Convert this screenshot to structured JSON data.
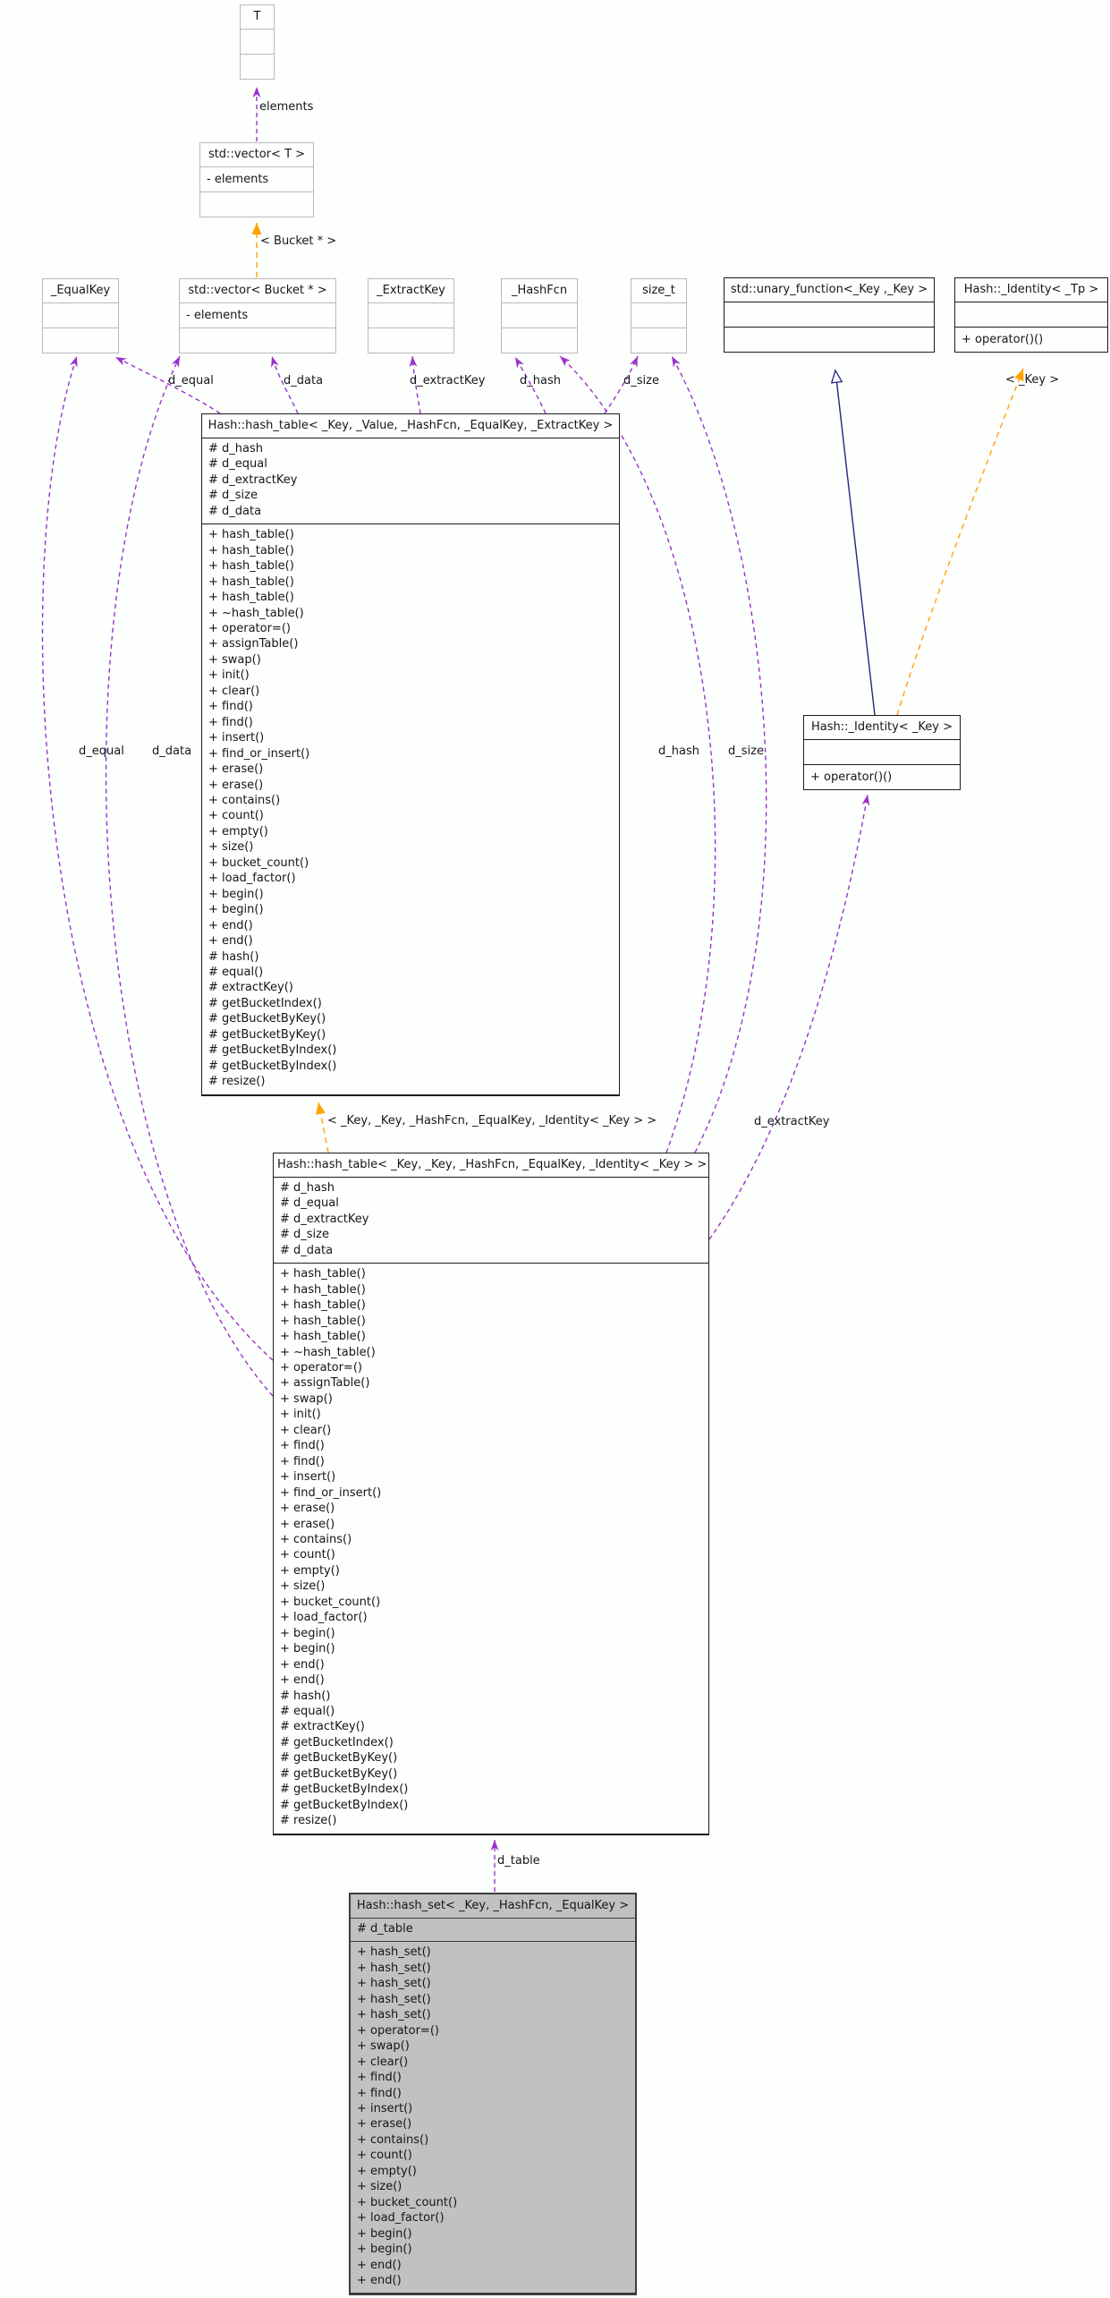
{
  "colors": {
    "member_edge": "#9a32cd",
    "template_edge": "#ffa200",
    "inheritance_edge": "#252585",
    "current_class_fill": "#c1c1c1",
    "box_border_gray": "#b9b9b9",
    "box_border_black": "#1c1c1c"
  },
  "classes": {
    "t": {
      "title": "T"
    },
    "vector_t": {
      "title": "std::vector< T >",
      "attributes": [
        "- elements"
      ]
    },
    "equal_key": {
      "title": "_EqualKey"
    },
    "vector_bucket": {
      "title": "std::vector< Bucket * >",
      "attributes": [
        "- elements"
      ]
    },
    "extract_key": {
      "title": "_ExtractKey"
    },
    "hash_fcn": {
      "title": "_HashFcn"
    },
    "size_t": {
      "title": "size_t"
    },
    "unary_function": {
      "title": "std::unary_function<_Key ,_Key >"
    },
    "identity_tp": {
      "title": "Hash::_Identity< _Tp >",
      "methods": [
        "+ operator()()"
      ]
    },
    "identity_key": {
      "title": "Hash::_Identity< _Key >",
      "methods": [
        "+ operator()()"
      ]
    },
    "hash_table1": {
      "title": "Hash::hash_table< _Key, _Value, _HashFcn, _EqualKey, _ExtractKey >",
      "attributes": [
        "# d_hash",
        "# d_equal",
        "# d_extractKey",
        "# d_size",
        "# d_data"
      ],
      "methods": [
        "+ hash_table()",
        "+ hash_table()",
        "+ hash_table()",
        "+ hash_table()",
        "+ hash_table()",
        "+ ~hash_table()",
        "+ operator=()",
        "+ assignTable()",
        "+ swap()",
        "+ init()",
        "+ clear()",
        "+ find()",
        "+ find()",
        "+ insert()",
        "+ find_or_insert()",
        "+ erase()",
        "+ erase()",
        "+ contains()",
        "+ count()",
        "+ empty()",
        "+ size()",
        "+ bucket_count()",
        "+ load_factor()",
        "+ begin()",
        "+ begin()",
        "+ end()",
        "+ end()",
        "# hash()",
        "# equal()",
        "# extractKey()",
        "# getBucketIndex()",
        "# getBucketByKey()",
        "# getBucketByKey()",
        "# getBucketByIndex()",
        "# getBucketByIndex()",
        "# resize()"
      ]
    },
    "hash_table2": {
      "title": "Hash::hash_table< _Key, _Key, _HashFcn, _EqualKey, _Identity< _Key > >",
      "attributes": [
        "# d_hash",
        "# d_equal",
        "# d_extractKey",
        "# d_size",
        "# d_data"
      ],
      "methods": [
        "+ hash_table()",
        "+ hash_table()",
        "+ hash_table()",
        "+ hash_table()",
        "+ hash_table()",
        "+ ~hash_table()",
        "+ operator=()",
        "+ assignTable()",
        "+ swap()",
        "+ init()",
        "+ clear()",
        "+ find()",
        "+ find()",
        "+ insert()",
        "+ find_or_insert()",
        "+ erase()",
        "+ erase()",
        "+ contains()",
        "+ count()",
        "+ empty()",
        "+ size()",
        "+ bucket_count()",
        "+ load_factor()",
        "+ begin()",
        "+ begin()",
        "+ end()",
        "+ end()",
        "# hash()",
        "# equal()",
        "# extractKey()",
        "# getBucketIndex()",
        "# getBucketByKey()",
        "# getBucketByKey()",
        "# getBucketByIndex()",
        "# getBucketByIndex()",
        "# resize()"
      ]
    },
    "hash_set": {
      "title": "Hash::hash_set< _Key, _HashFcn, _EqualKey >",
      "attributes": [
        "# d_table"
      ],
      "methods": [
        "+ hash_set()",
        "+ hash_set()",
        "+ hash_set()",
        "+ hash_set()",
        "+ hash_set()",
        "+ operator=()",
        "+ swap()",
        "+ clear()",
        "+ find()",
        "+ find()",
        "+ insert()",
        "+ erase()",
        "+ contains()",
        "+ count()",
        "+ empty()",
        "+ size()",
        "+ bucket_count()",
        "+ load_factor()",
        "+ begin()",
        "+ begin()",
        "+ end()",
        "+ end()"
      ]
    }
  },
  "edge_labels": {
    "elements": "elements",
    "bucket_instantiation": "< Bucket * >",
    "d_equal_1": "d_equal",
    "d_data_1": "d_data",
    "d_extractKey_1": "d_extractKey",
    "d_hash_1": "d_hash",
    "d_size_1": "d_size",
    "d_equal_2": "d_equal",
    "d_data_2": "d_data",
    "d_hash_2": "d_hash",
    "d_size_2": "d_size",
    "d_extractKey_2": "d_extractKey",
    "table_instantiation": "< _Key, _Key, _HashFcn, _EqualKey, _Identity< _Key > >",
    "key_instantiation": "< _Key >",
    "d_table": "d_table"
  }
}
